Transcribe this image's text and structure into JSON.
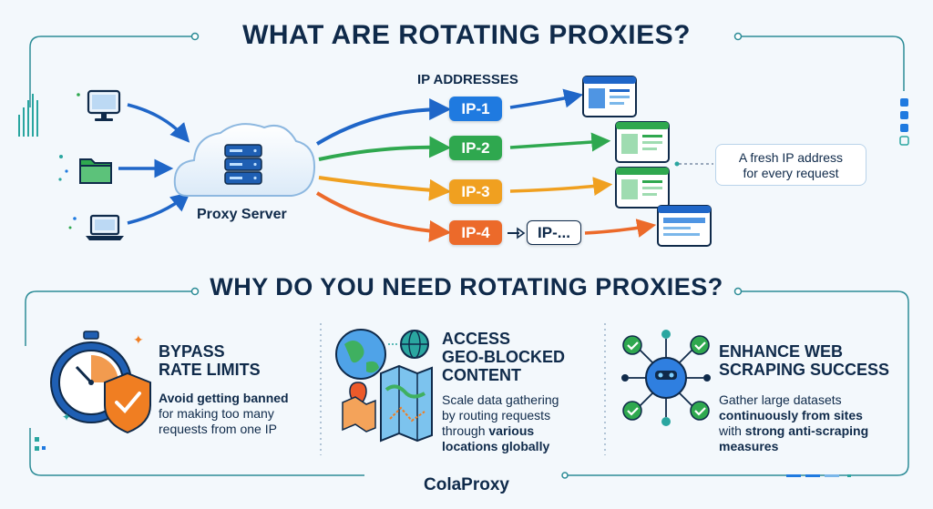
{
  "title": "WHAT ARE ROTATING PROXIES?",
  "ip_header": "IP ADDRESSES",
  "proxy_label": "Proxy Server",
  "ips": [
    {
      "label": "IP-1",
      "color": "#1f7ae0"
    },
    {
      "label": "IP-2",
      "color": "#2fa84f"
    },
    {
      "label": "IP-3",
      "color": "#f0a020"
    },
    {
      "label": "IP-4",
      "color": "#ec6a2a"
    }
  ],
  "ip_more": "IP-...",
  "note_line1": "A fresh IP address",
  "note_line2": "for every request",
  "subtitle": "WHY DO YOU NEED ROTATING PROXIES?",
  "benefits": [
    {
      "title_lines": [
        "BYPASS",
        "RATE LIMITS"
      ],
      "text_lines": [
        "Avoid getting banned",
        "for making too many",
        "requests from one IP"
      ],
      "icon": "stopwatch-shield-icon"
    },
    {
      "title_lines": [
        "ACCESS",
        "GEO-BLOCKED",
        "CONTENT"
      ],
      "text_lines": [
        "Scale data gathering",
        "by routing requests",
        "through various",
        "locations globally"
      ],
      "icon": "globe-map-icon"
    },
    {
      "title_lines": [
        "ENHANCE WEB",
        "SCRAPING SUCCESS"
      ],
      "text_lines": [
        "Gather large datasets",
        "continuously from sites",
        "with strong anti-scraping",
        "measures"
      ],
      "icon": "scraper-bot-icon"
    }
  ],
  "brand": "ColaProxy",
  "colors": {
    "navy": "#0f2a4a",
    "blue": "#1f7ae0",
    "green": "#2fa84f",
    "yellow": "#f0a020",
    "orange": "#ec6a2a",
    "teal": "#2aa6a0"
  }
}
